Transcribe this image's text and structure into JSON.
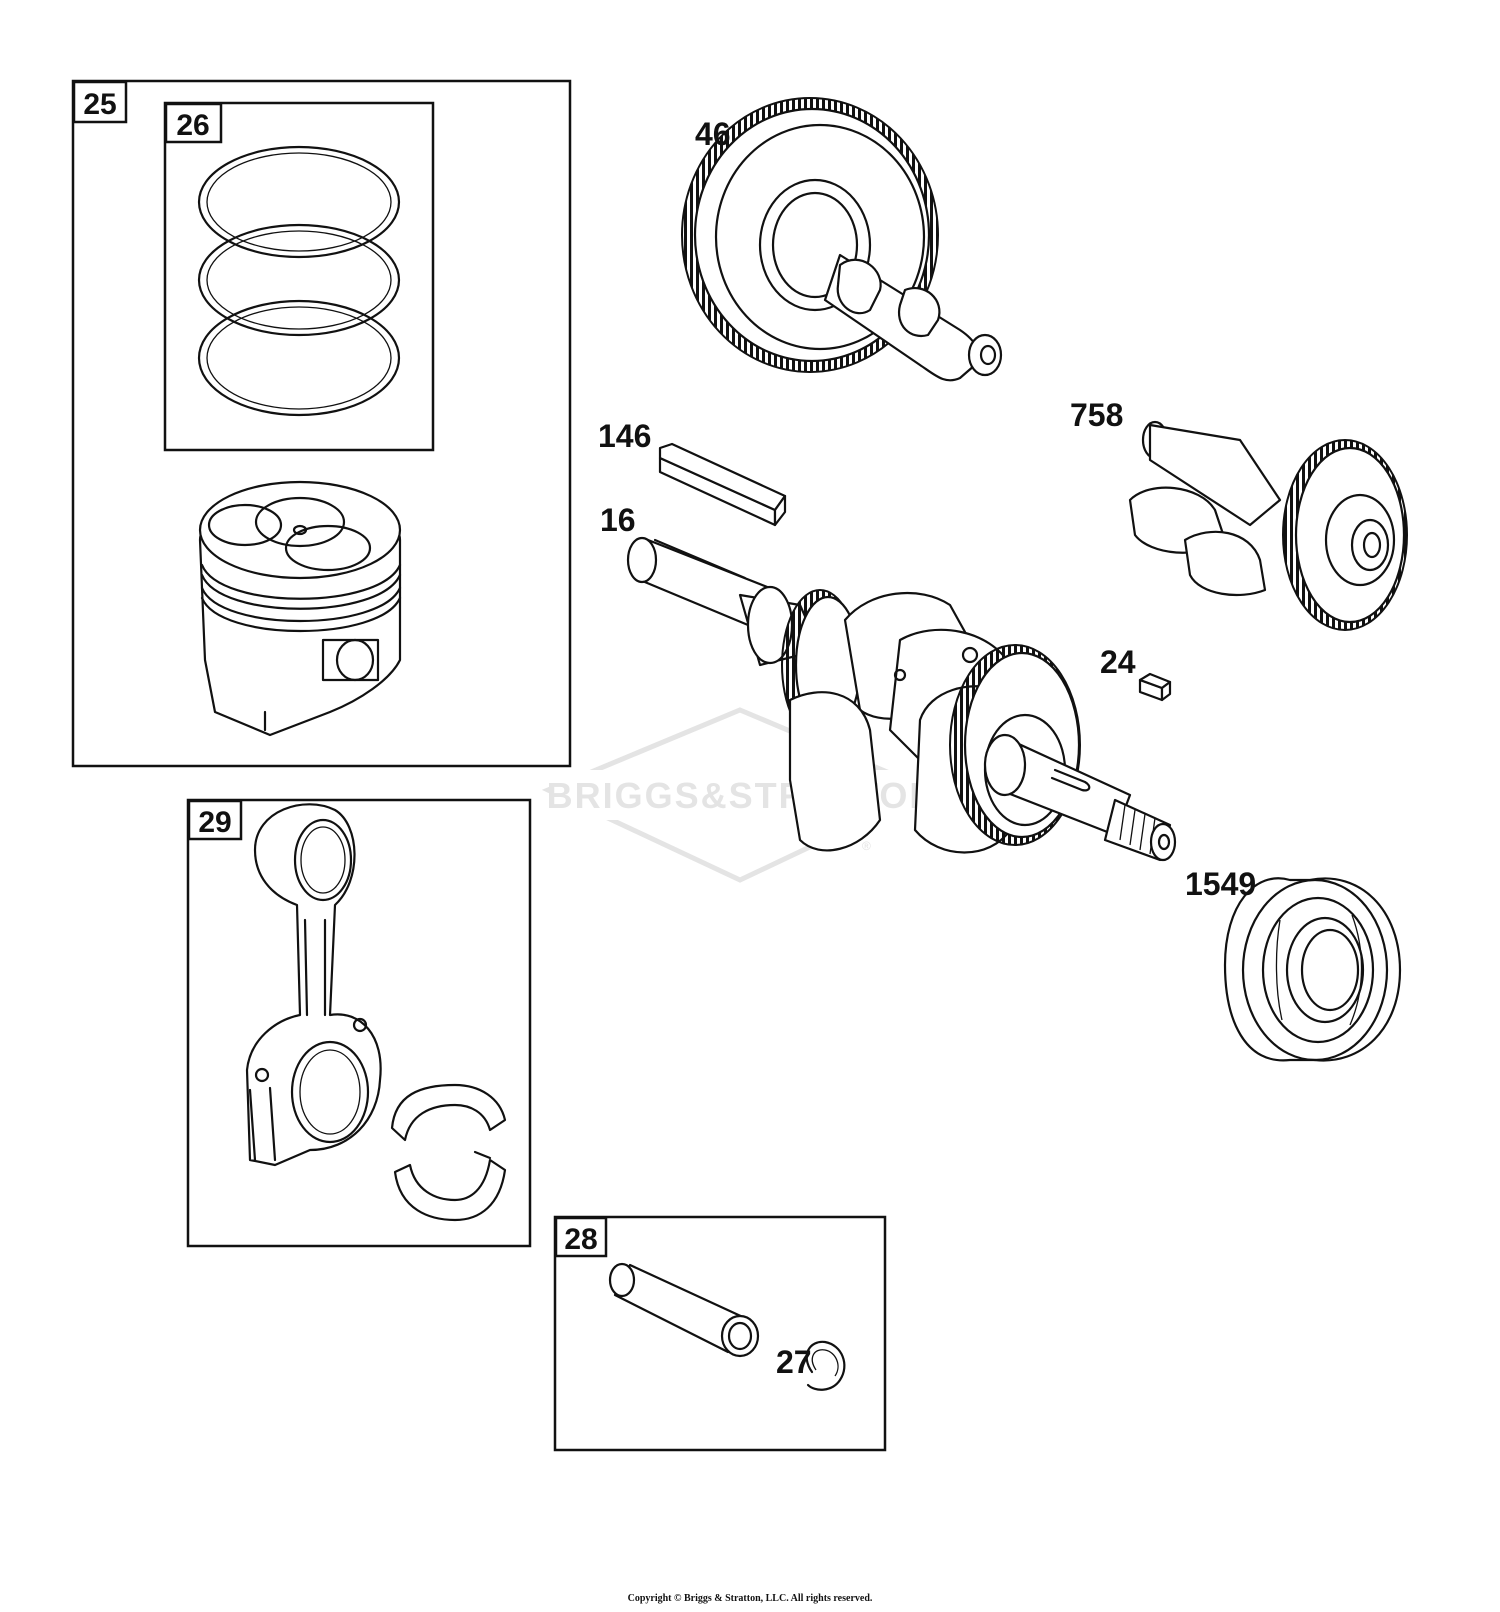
{
  "watermark": {
    "text": "BRIGGS&STRATTON",
    "registered": "®",
    "color": "#e4e4e4"
  },
  "boxes": [
    {
      "id": "25",
      "label": "25"
    },
    {
      "id": "26",
      "label": "26"
    },
    {
      "id": "29",
      "label": "29"
    },
    {
      "id": "28",
      "label": "28"
    }
  ],
  "parts": [
    {
      "id": "46",
      "label": "46",
      "name": "camshaft-gear"
    },
    {
      "id": "146",
      "label": "146",
      "name": "key"
    },
    {
      "id": "16",
      "label": "16",
      "name": "crankshaft"
    },
    {
      "id": "758",
      "label": "758",
      "name": "balance-shaft"
    },
    {
      "id": "24",
      "label": "24",
      "name": "small-key"
    },
    {
      "id": "1549",
      "label": "1549",
      "name": "ball-bearing"
    },
    {
      "id": "27",
      "label": "27",
      "name": "retaining-ring"
    }
  ],
  "copyright": "Copyright © Briggs & Stratton, LLC. All rights reserved.",
  "colors": {
    "line": "#111111",
    "background": "#ffffff"
  }
}
